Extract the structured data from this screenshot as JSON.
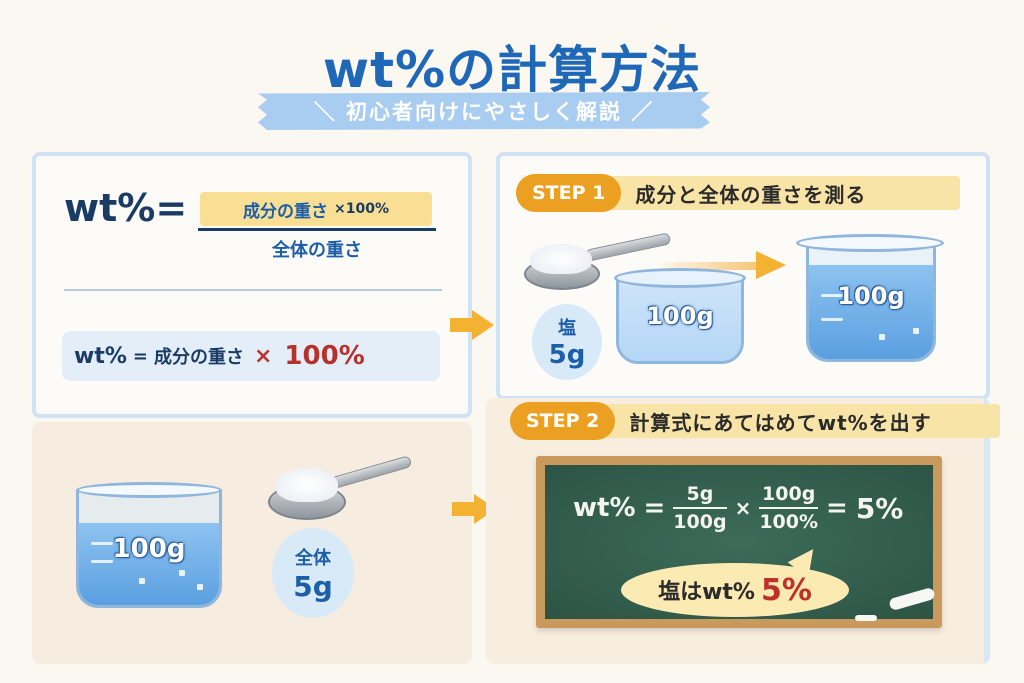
{
  "header": {
    "title": "wt%の計算方法",
    "subtitle": "＼ 初心者向けにやさしく解説 ／"
  },
  "formula_panel": {
    "lhs": "wt%=",
    "numerator": "成分の重さ",
    "numerator_multiplier": "×100%",
    "denominator": "全体の重さ",
    "simple": {
      "lhs": "wt%",
      "equals": "=",
      "component": "成分の重さ",
      "times": "×",
      "value": "100%"
    }
  },
  "example_panel": {
    "beaker_label": "100g",
    "blob_line1": "全体",
    "blob_line2": "5g"
  },
  "step1": {
    "badge": "STEP 1",
    "text": "成分と全体の重さを測る",
    "salt_line1": "塩",
    "salt_line2": "5g",
    "beaker_small_label": "100g",
    "beaker_large_label": "100g"
  },
  "step2": {
    "badge": "STEP 2",
    "text": "計算式にあてはめてwt%を出す",
    "equation": {
      "lhs": "wt%",
      "eq1": "=",
      "frac1_num": "5g",
      "frac1_den": "100g",
      "times": "×",
      "frac2_num": "100g",
      "frac2_den": "100%",
      "eq2": "=",
      "result": "5%"
    },
    "speech_text": "塩はwt%",
    "speech_value": "5%"
  },
  "colors": {
    "title_blue": "#1f68b7",
    "accent_orange": "#eba021",
    "arrow_orange": "#f4b233",
    "highlight_yellow": "#f9df94",
    "result_red": "#c0302b",
    "chalkboard_green": "#2c5444",
    "panel_border": "#cfe3f5"
  }
}
